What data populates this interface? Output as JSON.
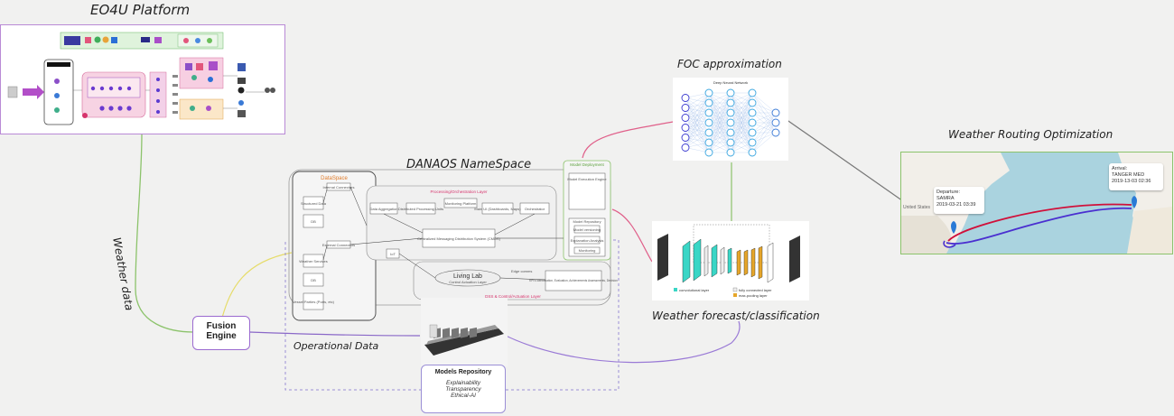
{
  "titles": {
    "eo4u": "EO4U Platform",
    "foc": "FOC approximation",
    "weather_routing": "Weather Routing Optimization",
    "danaos": "DANAOS NameSpace",
    "weather_forecast": "Weather forecast/classification",
    "weather_data": "Weather data",
    "operational_data": "Operational Data"
  },
  "fusion_engine": {
    "line1": "Fusion",
    "line2": "Engine"
  },
  "models_repository": {
    "title": "Models Repository",
    "items": [
      "Explainability",
      "Transparency",
      "Ethical-AI"
    ]
  },
  "danaos": {
    "dataspace": "DataSpace",
    "processing_layer": "Processing/Orchestration Layer",
    "dss_layer": "DSS & Control/Actuation Layer",
    "model_deployment": "Model Deployment",
    "living_lab": "Living Lab",
    "living_lab_sub": "Control Actuation Layer",
    "edge_comms": "Edge comms",
    "cmds": "Centralized Messaging Distribution System (CMDS)",
    "dataspace_items": [
      "Structured Data",
      "DB",
      "Weather Services",
      "DB",
      "Vessel Parties (Ports, etc)"
    ],
    "connectors": [
      "Internal Connectors",
      "External Connectors"
    ],
    "processing_items": [
      "Data Aggregation",
      "Distributed Processing Units",
      "Monitoring Platform",
      "Main UI (Dashboards, Maps)",
      "Orchestrator"
    ],
    "deployment_items": [
      "Model Execution Engine",
      "Model Repository",
      "Model versioning",
      "Explanation Analysis",
      "Monitoring"
    ],
    "iot": "IoT",
    "dss_box": "KPI's identification, Evaluation, Achievements Assessments, Decision"
  },
  "routing_map": {
    "departure_label": "Departure:",
    "departure_place": "SAMRA",
    "departure_date": "2019-03-21 03:39",
    "arrival_label": "Arrival:",
    "arrival_place": "TANGER MED",
    "arrival_date": "2019-13-03 02:36",
    "map_land_label": "United States"
  },
  "nn": {
    "header": "Deep Neural Network"
  },
  "cnn_legend": [
    "convolutional layer",
    "fully connected layer",
    "max-pooling layer"
  ]
}
